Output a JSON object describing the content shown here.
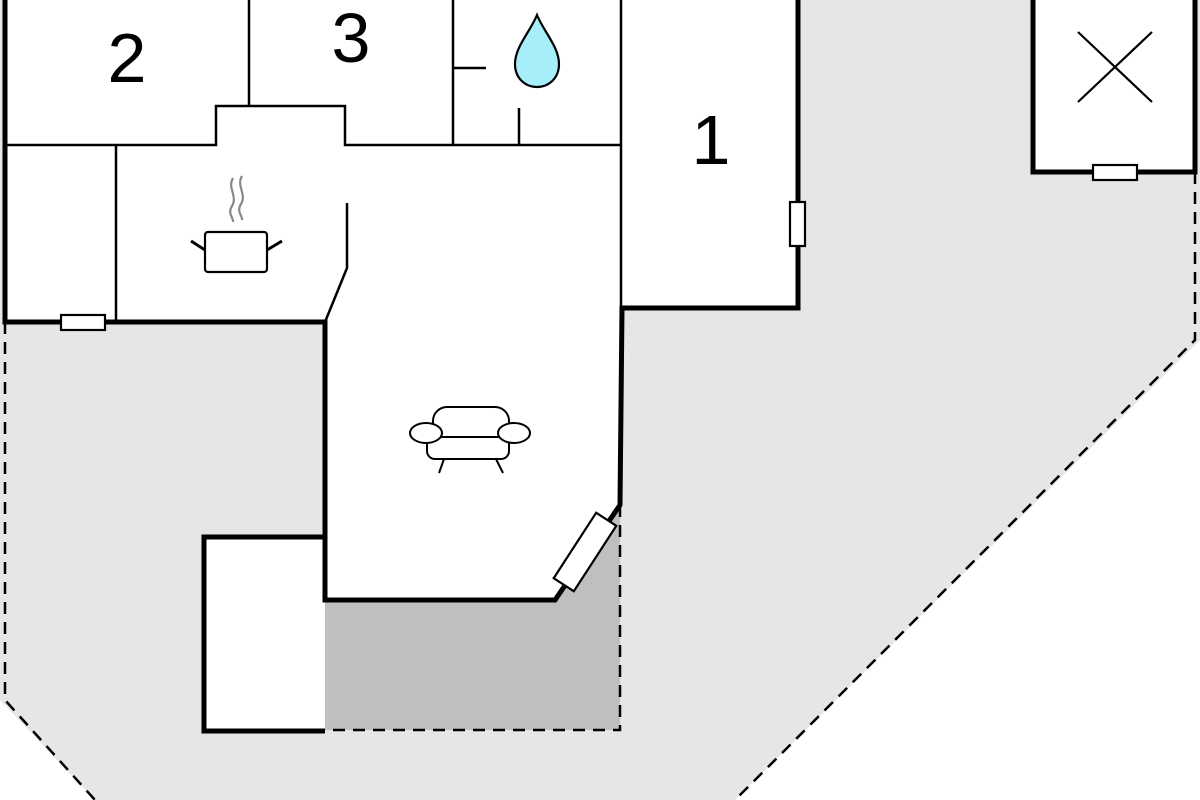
{
  "rooms": {
    "room_1": {
      "number": "1"
    },
    "room_2": {
      "number": "2"
    },
    "room_3": {
      "number": "3"
    }
  },
  "colors": {
    "terrace": "#e6e6e6",
    "covered_terrace": "#bfbfbf",
    "water_drop": "#a6eefa",
    "steam": "#888888"
  },
  "icons": {
    "kitchen": "cooking-pot-icon",
    "bathroom": "water-drop-icon",
    "living_room": "armchair-icon",
    "annex": "cross-icon"
  }
}
